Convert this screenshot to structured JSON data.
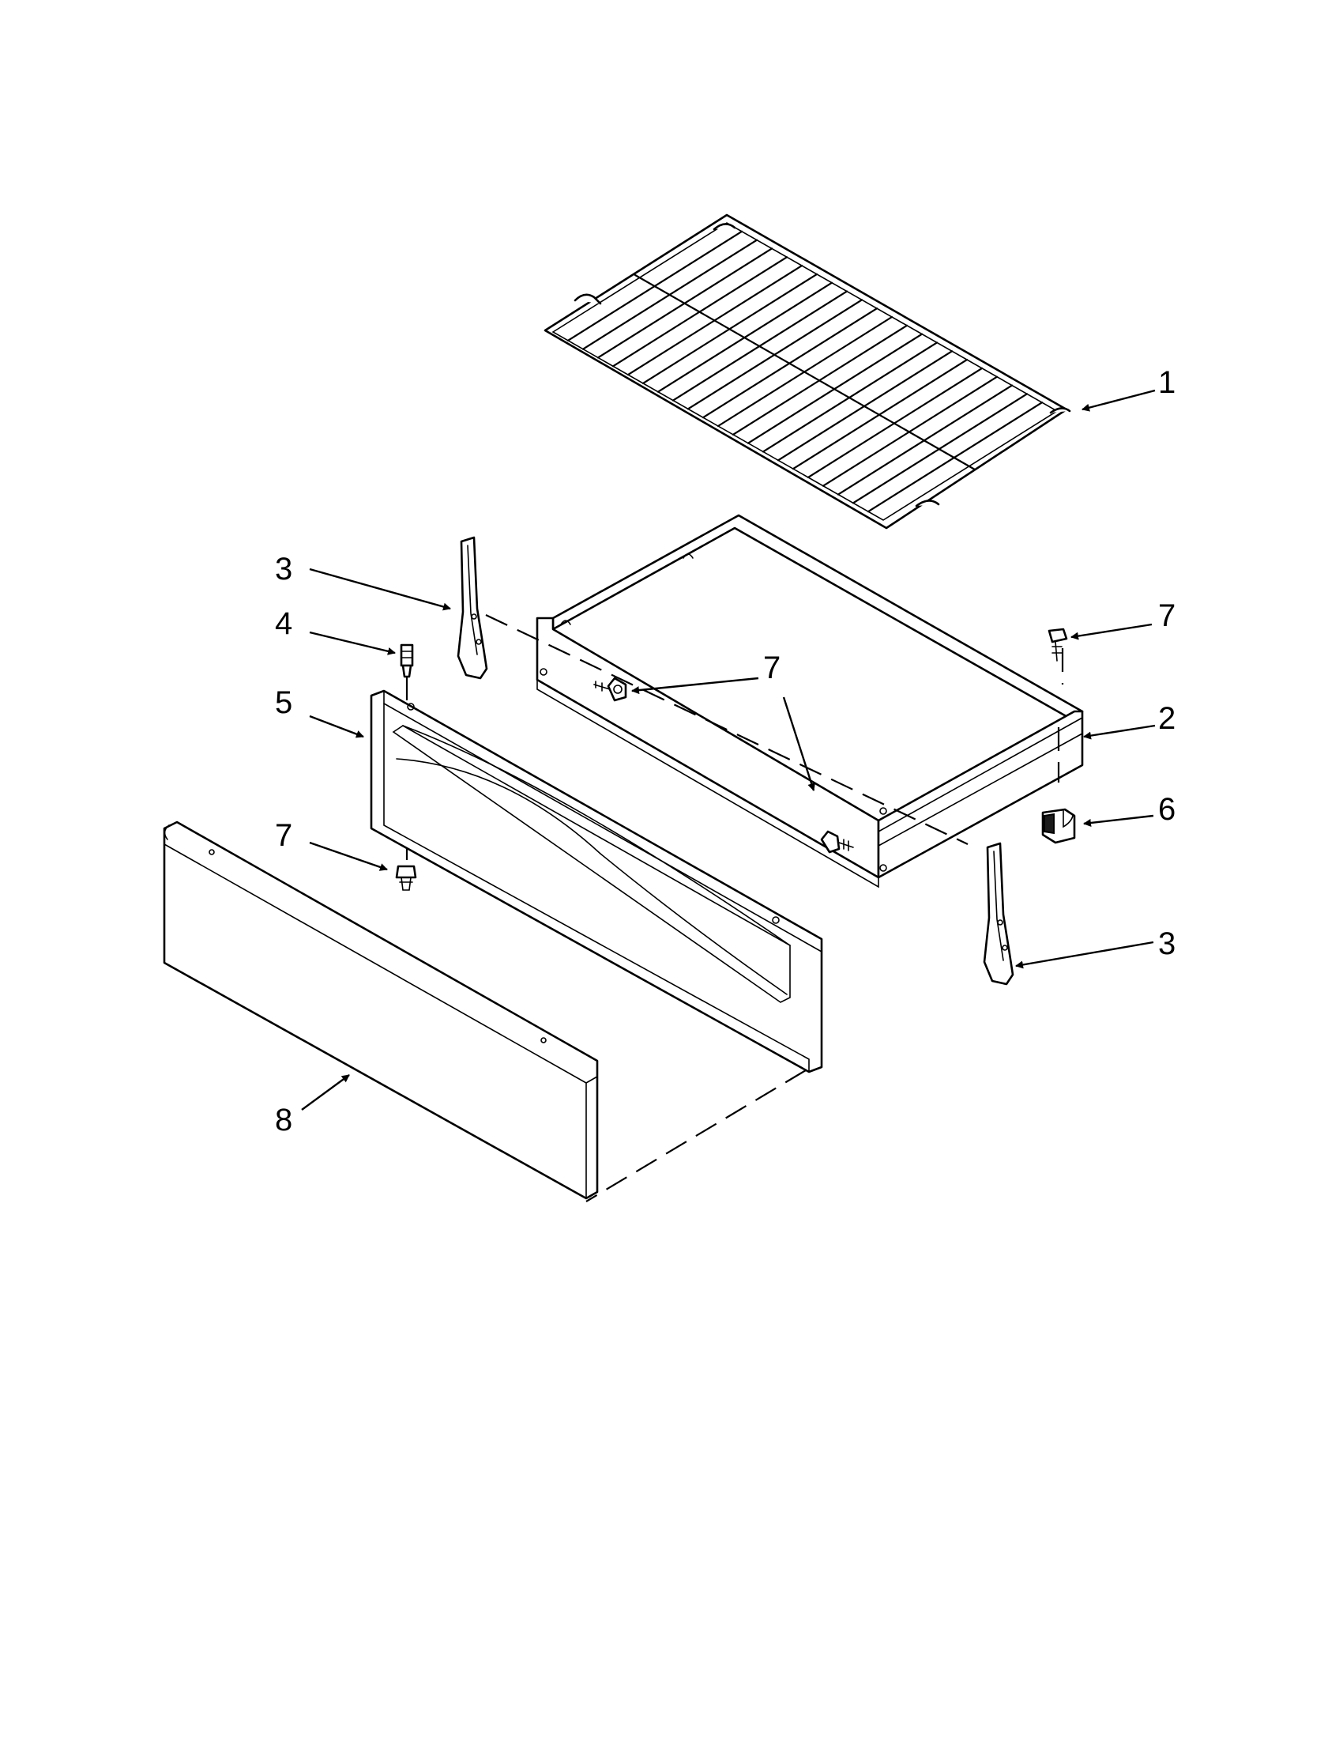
{
  "callouts": {
    "c1": "1",
    "c2": "2",
    "c3a": "3",
    "c3b": "3",
    "c4": "4",
    "c5": "5",
    "c6": "6",
    "c7a": "7",
    "c7b": "7",
    "c7c": "7",
    "c8": "8"
  }
}
